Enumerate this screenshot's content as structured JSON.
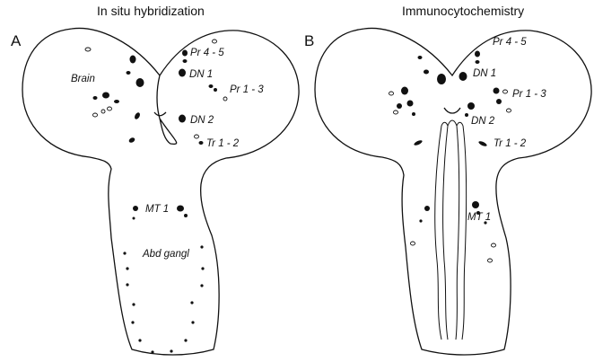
{
  "panels": [
    {
      "letter": "A",
      "title": "In situ hybridization",
      "labels": {
        "brain": "Brain",
        "pr45": "Pr 4 - 5",
        "dn1": "DN 1",
        "pr13": "Pr 1 - 3",
        "dn2": "DN 2",
        "tr12": "Tr 1 - 2",
        "mt1": "MT 1",
        "abd": "Abd gangl"
      }
    },
    {
      "letter": "B",
      "title": "Immunocytochemistry",
      "labels": {
        "pr45": "Pr 4 - 5",
        "dn1": "DN 1",
        "pr13": "Pr 1 - 3",
        "dn2": "DN 2",
        "tr12": "Tr 1 - 2",
        "mt1": "MT 1"
      }
    }
  ]
}
